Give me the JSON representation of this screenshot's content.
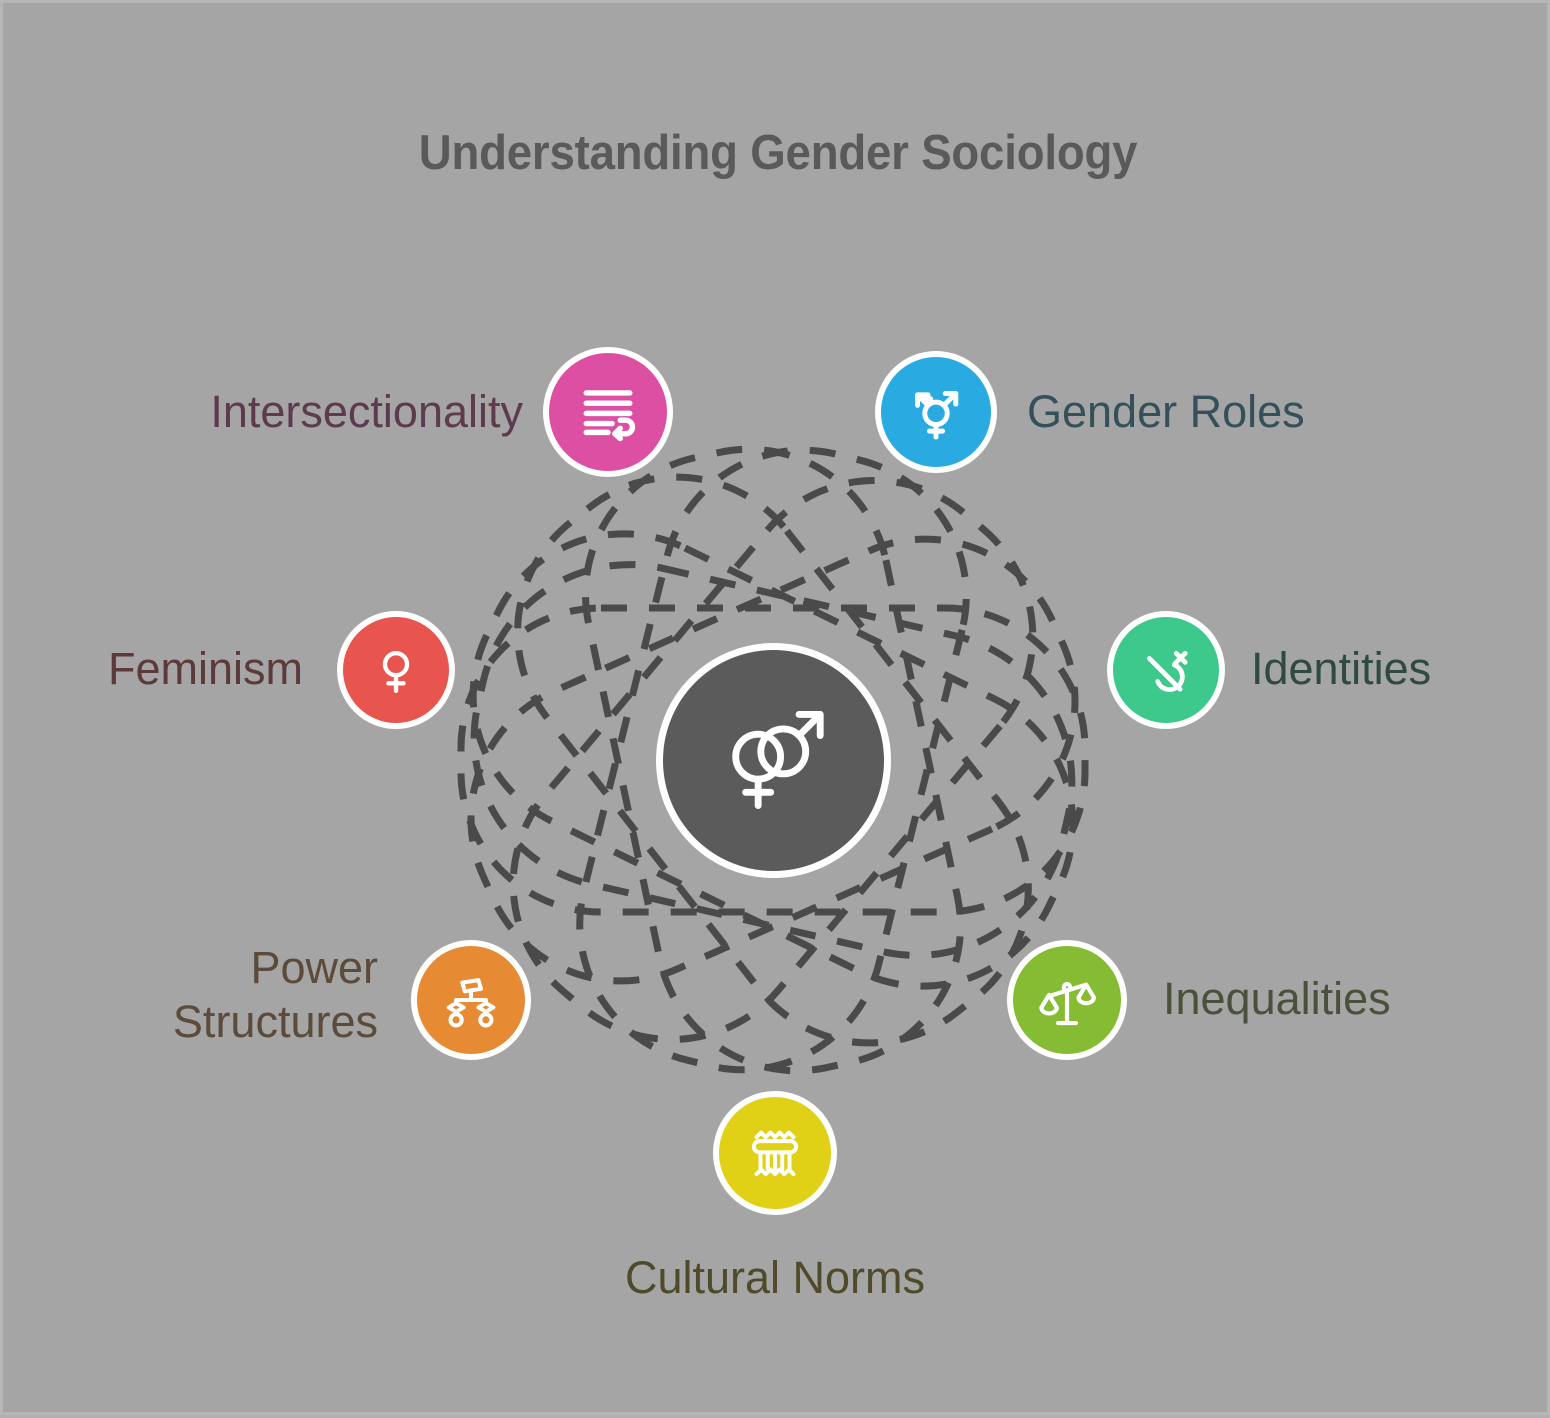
{
  "page": {
    "title": "Understanding Gender Sociology",
    "background_color": "#a5a5a5",
    "title_color": "#5a5a5a"
  },
  "hub": {
    "icon": "male-female-interlocked-symbol",
    "fill": "#5b5b5b",
    "ring": "#ffffff"
  },
  "orbits": {
    "color": "#4a4a4a",
    "style": "dashed",
    "count": 8
  },
  "chart_data": {
    "type": "radial-hub-and-spoke",
    "title": "Understanding Gender Sociology",
    "center": "male-female-interlocked-symbol",
    "node_count": 7,
    "nodes": [
      {
        "label": "Intersectionality",
        "color": "#dd4fa3",
        "text_color": "#5e3a4e",
        "icon": "text-lines-wrap-icon",
        "angle_deg": 125,
        "side": "left"
      },
      {
        "label": "Gender Roles",
        "color": "#29abe2",
        "text_color": "#34505a",
        "icon": "transgender-symbol-icon",
        "angle_deg": 55,
        "side": "right"
      },
      {
        "label": "Identities",
        "color": "#3dc98b",
        "text_color": "#2f4a40",
        "icon": "agender-symbol-icon",
        "angle_deg": 0,
        "side": "right"
      },
      {
        "label": "Inequalities",
        "color": "#86bc33",
        "text_color": "#4a513a",
        "icon": "unbalanced-scales-icon",
        "angle_deg": -55,
        "side": "right"
      },
      {
        "label": "Cultural Norms",
        "color": "#e0d117",
        "text_color": "#4f4b2a",
        "icon": "classical-column-icon",
        "angle_deg": -90,
        "side": "bottom"
      },
      {
        "label": "Power\nStructures",
        "color": "#e68a33",
        "text_color": "#5c4a3a",
        "icon": "hierarchy-org-chart-icon",
        "angle_deg": -125,
        "side": "left"
      },
      {
        "label": "Feminism",
        "color": "#e8554e",
        "text_color": "#5c3a3a",
        "icon": "venus-symbol-icon",
        "angle_deg": 180,
        "side": "left"
      }
    ]
  }
}
